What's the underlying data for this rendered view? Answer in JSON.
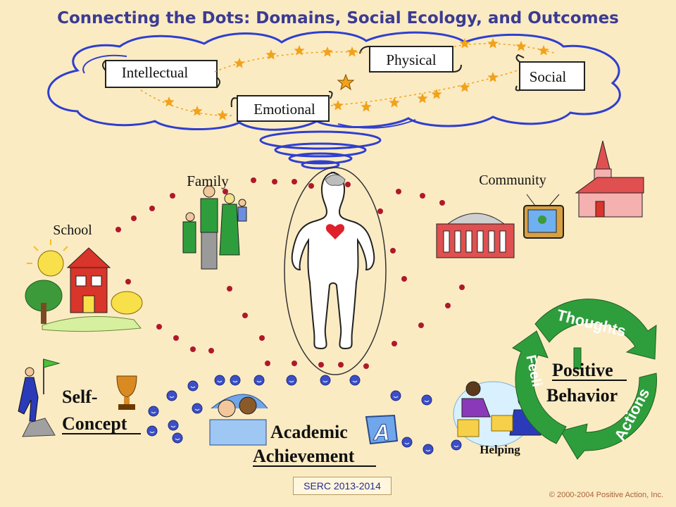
{
  "title": "Connecting the Dots: Domains, Social Ecology, and Outcomes",
  "domains": {
    "intellectual": "Intellectual",
    "physical": "Physical",
    "emotional": "Emotional",
    "social": "Social"
  },
  "ecology": {
    "family": "Family",
    "school": "School",
    "community": "Community"
  },
  "outcomes": {
    "self_concept_line1": "Self-",
    "self_concept_line2": "Concept",
    "academic_line1": "Academic",
    "academic_line2": "Achievement",
    "helping": "Helping",
    "positive_line1": "Positive",
    "positive_line2": "Behavior"
  },
  "cycle": {
    "thoughts": "Thoughts",
    "actions": "Actions",
    "feelings": "Feeli"
  },
  "footer": "SERC 2013-2014",
  "copyright": "© 2000-2004 Positive Action, Inc.",
  "colors": {
    "background": "#fbebc3",
    "cloud_stroke": "#2f3fcf",
    "title": "#3b3b93",
    "star": "#f2a21a",
    "dot": "#b0182a",
    "smiley": "#3b4fc8",
    "cycle_green": "#2e9e3c"
  }
}
